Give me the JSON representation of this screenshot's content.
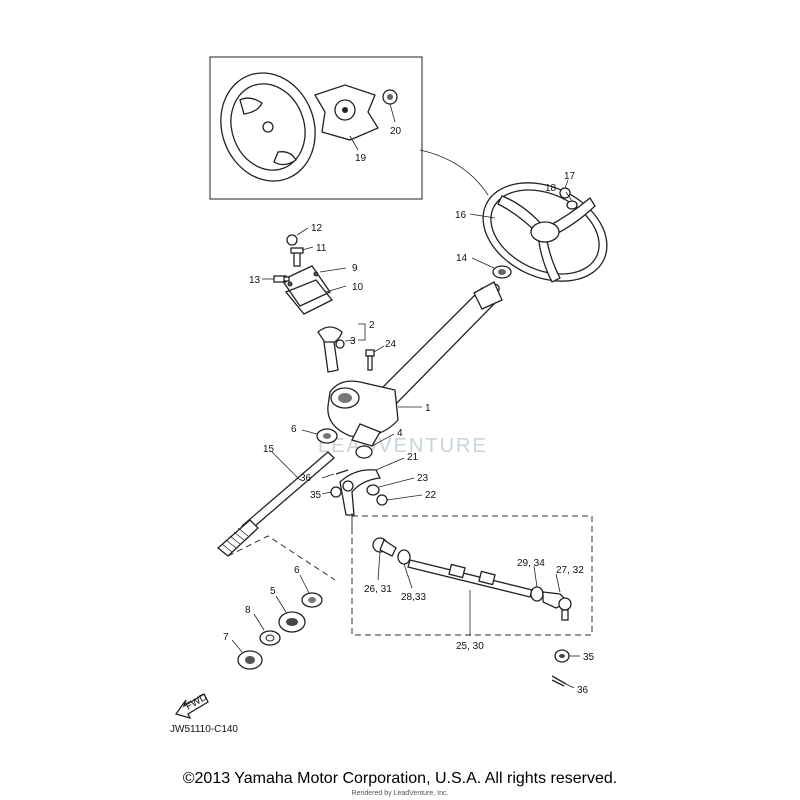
{
  "labels": {
    "p1": "1",
    "p2": "2",
    "p3": "3",
    "p4": "4",
    "p5": "5",
    "p6a": "6",
    "p6b": "6",
    "p7": "7",
    "p8": "8",
    "p9": "9",
    "p10": "10",
    "p11": "11",
    "p12": "12",
    "p13": "13",
    "p14": "14",
    "p15": "15",
    "p16": "16",
    "p17": "17",
    "p18": "18",
    "p19": "19",
    "p20": "20",
    "p21": "21",
    "p22": "22",
    "p23": "23",
    "p24": "24",
    "p25_30": "25, 30",
    "p26_31": "26, 31",
    "p27_32": "27, 32",
    "p28_33": "28,33",
    "p29_34": "29, 34",
    "p35a": "35",
    "p35b": "35",
    "p36a": "36",
    "p36b": "36"
  },
  "fwd_label": "FWD",
  "diagram_code": "JW51110-C140",
  "watermark": "LEADVENTURE",
  "copyright": "©2013 Yamaha Motor Corporation, U.S.A. All rights reserved.",
  "rendered_by": "Rendered by LeadVenture, Inc."
}
